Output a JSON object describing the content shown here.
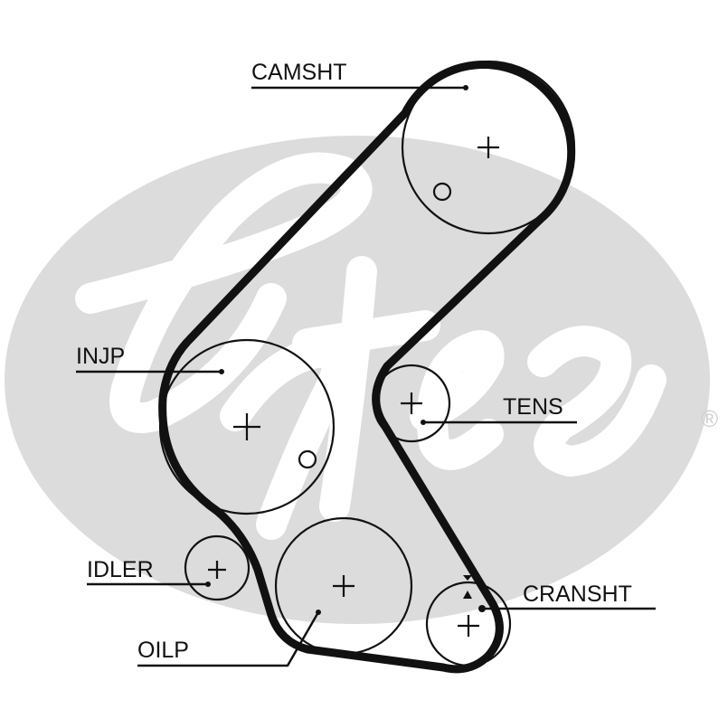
{
  "logo": {
    "text": "Gates",
    "registered": "®",
    "background_color": "#dcdcdc"
  },
  "belt_color": "#111111",
  "labels": {
    "camshaft": "CAMSHT",
    "injection_pump": "INJP",
    "tensioner": "TENS",
    "idler": "IDLER",
    "oil_pump": "OILP",
    "crankshaft": "CRANSHT"
  }
}
